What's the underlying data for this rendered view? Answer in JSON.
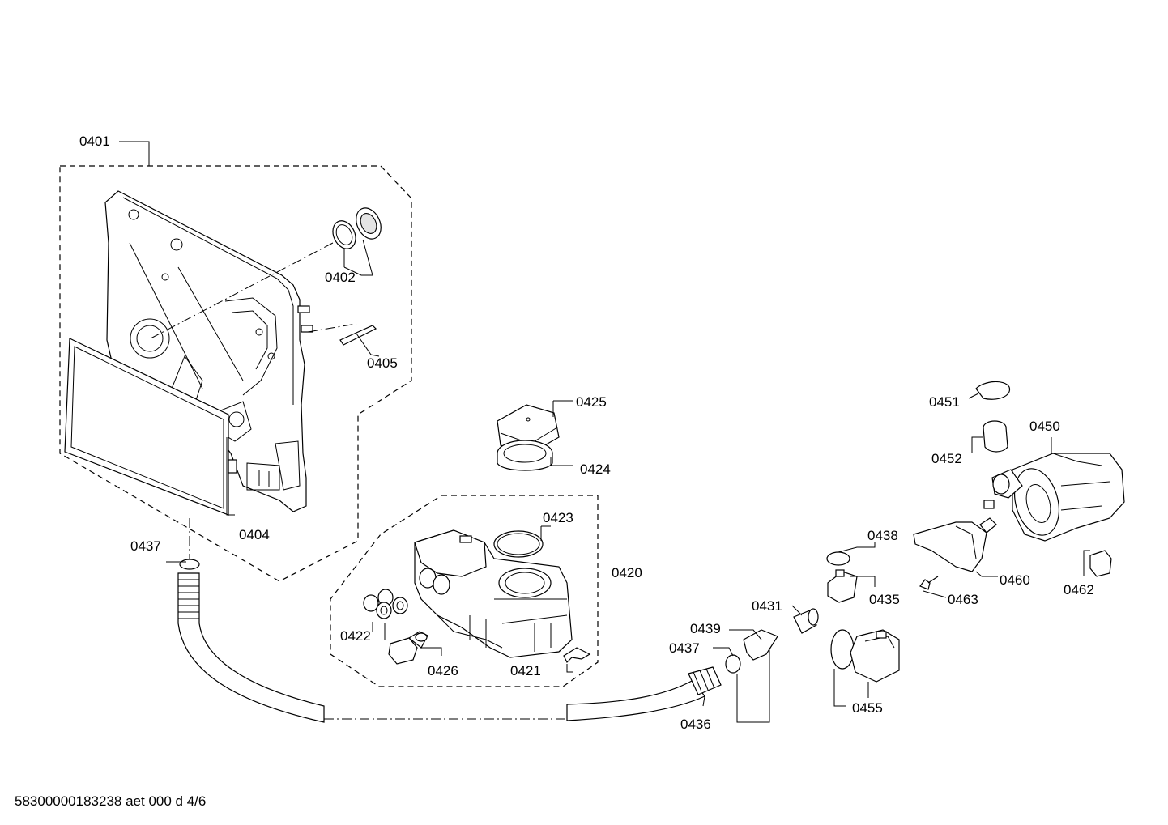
{
  "document_id": "58300000183238 aet 000 d 4/6",
  "labels": {
    "p0401": "0401",
    "p0402": "0402",
    "p0404": "0404",
    "p0405": "0405",
    "p0420": "0420",
    "p0421": "0421",
    "p0422": "0422",
    "p0423": "0423",
    "p0424": "0424",
    "p0425": "0425",
    "p0426": "0426",
    "p0431": "0431",
    "p0435": "0435",
    "p0436": "0436",
    "p0437a": "0437",
    "p0437b": "0437",
    "p0438": "0438",
    "p0439": "0439",
    "p0450": "0450",
    "p0451": "0451",
    "p0452": "0452",
    "p0455": "0455",
    "p0460": "0460",
    "p0462": "0462",
    "p0463": "0463"
  }
}
